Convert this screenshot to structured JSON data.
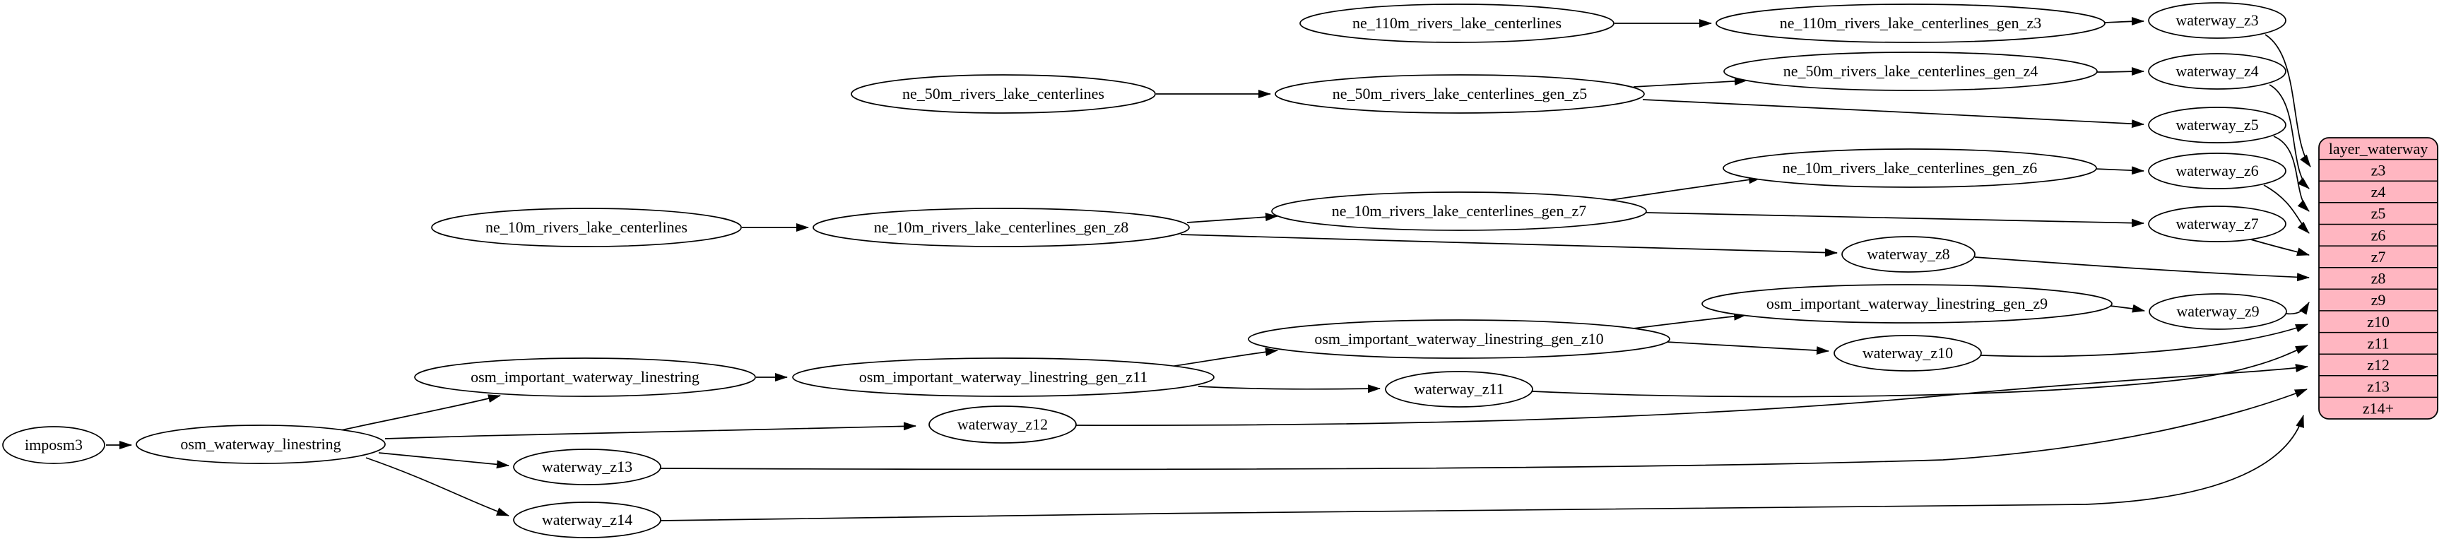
{
  "colors": {
    "background": "#ffffff",
    "node_fill": "#ffffff",
    "node_stroke": "#000000",
    "edge": "#000000",
    "record_fill": "#ffb6c1",
    "record_stroke": "#000000"
  },
  "nodes": {
    "imposm3": {
      "label": "imposm3"
    },
    "osm_waterway_linestring": {
      "label": "osm_waterway_linestring"
    },
    "osm_important_waterway_linestring": {
      "label": "osm_important_waterway_linestring"
    },
    "osm_important_waterway_linestring_gen_z11": {
      "label": "osm_important_waterway_linestring_gen_z11"
    },
    "osm_important_waterway_linestring_gen_z10": {
      "label": "osm_important_waterway_linestring_gen_z10"
    },
    "osm_important_waterway_linestring_gen_z9": {
      "label": "osm_important_waterway_linestring_gen_z9"
    },
    "ne_10m_rivers_lake_centerlines": {
      "label": "ne_10m_rivers_lake_centerlines"
    },
    "ne_10m_rivers_lake_centerlines_gen_z8": {
      "label": "ne_10m_rivers_lake_centerlines_gen_z8"
    },
    "ne_10m_rivers_lake_centerlines_gen_z7": {
      "label": "ne_10m_rivers_lake_centerlines_gen_z7"
    },
    "ne_10m_rivers_lake_centerlines_gen_z6": {
      "label": "ne_10m_rivers_lake_centerlines_gen_z6"
    },
    "ne_50m_rivers_lake_centerlines": {
      "label": "ne_50m_rivers_lake_centerlines"
    },
    "ne_50m_rivers_lake_centerlines_gen_z5": {
      "label": "ne_50m_rivers_lake_centerlines_gen_z5"
    },
    "ne_50m_rivers_lake_centerlines_gen_z4": {
      "label": "ne_50m_rivers_lake_centerlines_gen_z4"
    },
    "ne_110m_rivers_lake_centerlines": {
      "label": "ne_110m_rivers_lake_centerlines"
    },
    "ne_110m_rivers_lake_centerlines_gen_z3": {
      "label": "ne_110m_rivers_lake_centerlines_gen_z3"
    },
    "waterway_z3": {
      "label": "waterway_z3"
    },
    "waterway_z4": {
      "label": "waterway_z4"
    },
    "waterway_z5": {
      "label": "waterway_z5"
    },
    "waterway_z6": {
      "label": "waterway_z6"
    },
    "waterway_z7": {
      "label": "waterway_z7"
    },
    "waterway_z8": {
      "label": "waterway_z8"
    },
    "waterway_z9": {
      "label": "waterway_z9"
    },
    "waterway_z10": {
      "label": "waterway_z10"
    },
    "waterway_z11": {
      "label": "waterway_z11"
    },
    "waterway_z12": {
      "label": "waterway_z12"
    },
    "waterway_z13": {
      "label": "waterway_z13"
    },
    "waterway_z14": {
      "label": "waterway_z14"
    }
  },
  "record": {
    "title": "layer_waterway",
    "rows": [
      "z3",
      "z4",
      "z5",
      "z6",
      "z7",
      "z8",
      "z9",
      "z10",
      "z11",
      "z12",
      "z13",
      "z14+"
    ],
    "fill": "#ffb6c1",
    "stroke": "#000000"
  }
}
